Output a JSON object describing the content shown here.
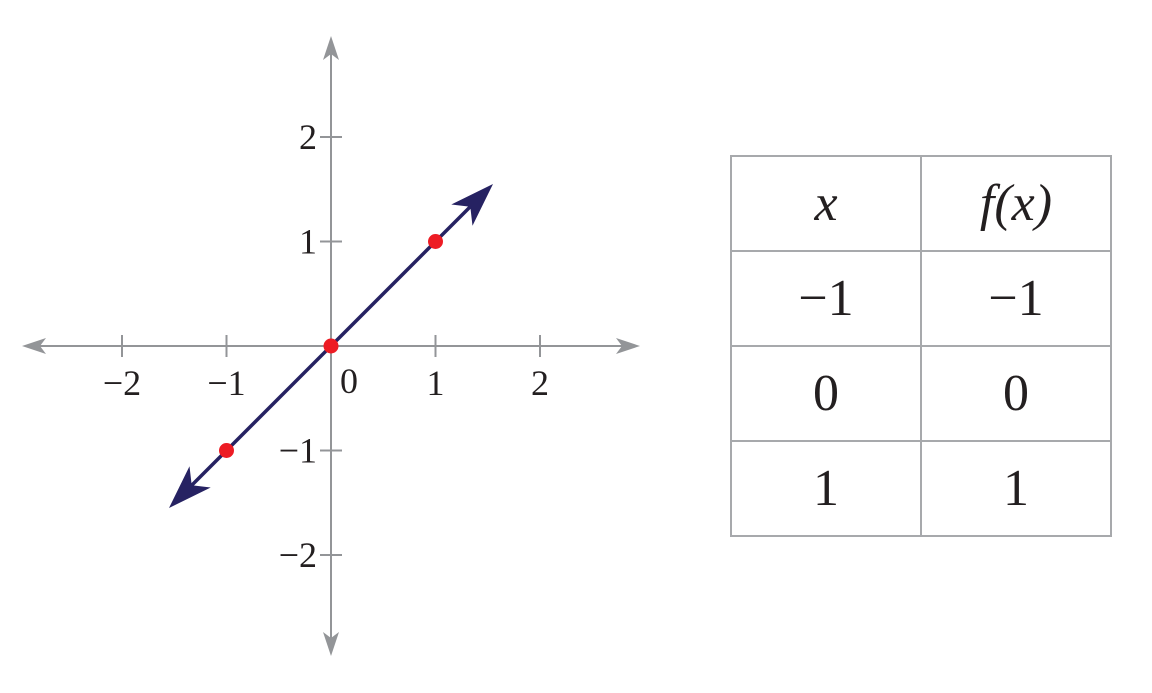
{
  "chart_data": [
    {
      "type": "line",
      "equation_points": [
        {
          "x": -1,
          "y": -1
        },
        {
          "x": 0,
          "y": 0
        },
        {
          "x": 1,
          "y": 1
        }
      ],
      "line_extent": {
        "x": [
          -1.55,
          1.55
        ]
      },
      "xlim": [
        -2.9,
        2.9
      ],
      "ylim": [
        -2.9,
        2.9
      ],
      "x_ticks": [
        -2,
        -1,
        1,
        2
      ],
      "y_ticks": [
        -2,
        -1,
        1,
        2
      ],
      "x_tick_labels": [
        "−2",
        "−1",
        "1",
        "2"
      ],
      "y_tick_labels": [
        "−2",
        "−1",
        "1",
        "2"
      ],
      "origin_label": "0",
      "grid": false,
      "colors": {
        "axis": "#939598",
        "line": "#262262",
        "points": "#ed1c24"
      }
    },
    {
      "type": "table",
      "columns": [
        "x",
        "f(x)"
      ],
      "rows": [
        [
          "−1",
          "−1"
        ],
        [
          "0",
          "0"
        ],
        [
          "1",
          "1"
        ]
      ],
      "colors": {
        "border": "#a7a9ac",
        "text": "#231f20"
      }
    }
  ]
}
